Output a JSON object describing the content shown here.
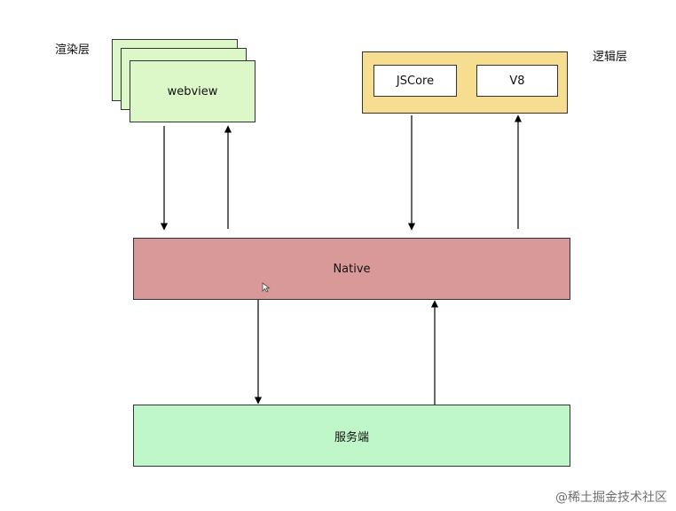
{
  "labels": {
    "render_layer": "渲染层",
    "logic_layer": "逻辑层"
  },
  "boxes": {
    "webview": "webview",
    "jscore": "JSCore",
    "v8": "V8",
    "native": "Native",
    "server": "服务端"
  },
  "watermark": "@稀土掘金技术社区",
  "colors": {
    "render_layer_fill": "#dcf7c8",
    "logic_layer_fill": "#f7dd8f",
    "native_fill": "#d99999",
    "server_fill": "#c0f7c8"
  },
  "icons": {
    "cursor": "mouse-pointer-icon"
  }
}
